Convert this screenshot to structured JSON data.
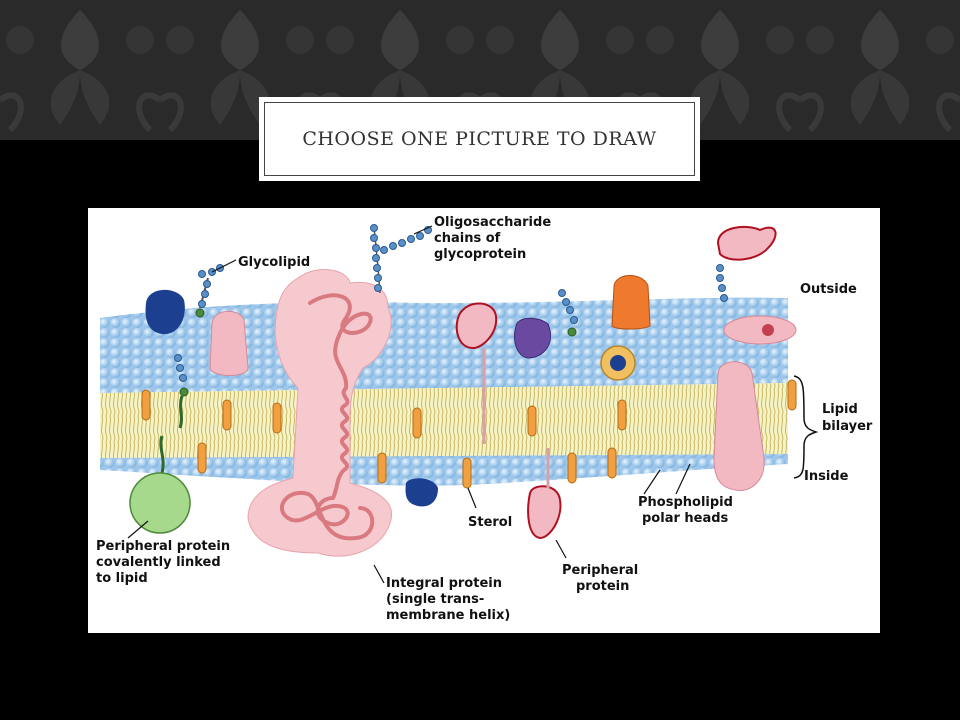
{
  "slide": {
    "title": "CHOOSE ONE PICTURE TO DRAW"
  },
  "diagram": {
    "labels": {
      "glycolipid": "Glycolipid",
      "oligo_1": "Oligosaccharide",
      "oligo_2": "chains of",
      "oligo_3": "glycoprotein",
      "outside": "Outside",
      "lipid_1": "Lipid",
      "lipid_2": "bilayer",
      "inside": "Inside",
      "pp_lipid_1": "Peripheral protein",
      "pp_lipid_2": "covalently linked",
      "pp_lipid_3": "to lipid",
      "integral_1": "Integral protein",
      "integral_2": "(single trans-",
      "integral_3": "membrane helix)",
      "sterol": "Sterol",
      "peripheral_1": "Peripheral",
      "peripheral_2": "protein",
      "phospho_1": "Phospholipid",
      "phospho_2": "polar heads"
    },
    "colors": {
      "head_blue": "#a9d1f0",
      "tail_yellow": "#f6f3c4",
      "sterol_orange": "#f0a040",
      "protein_pink": "#f3b9c2",
      "navy": "#1c3f8f",
      "purple": "#6a4aa0",
      "green_protein": "#a6d98c",
      "dark_red": "#b01020"
    }
  }
}
